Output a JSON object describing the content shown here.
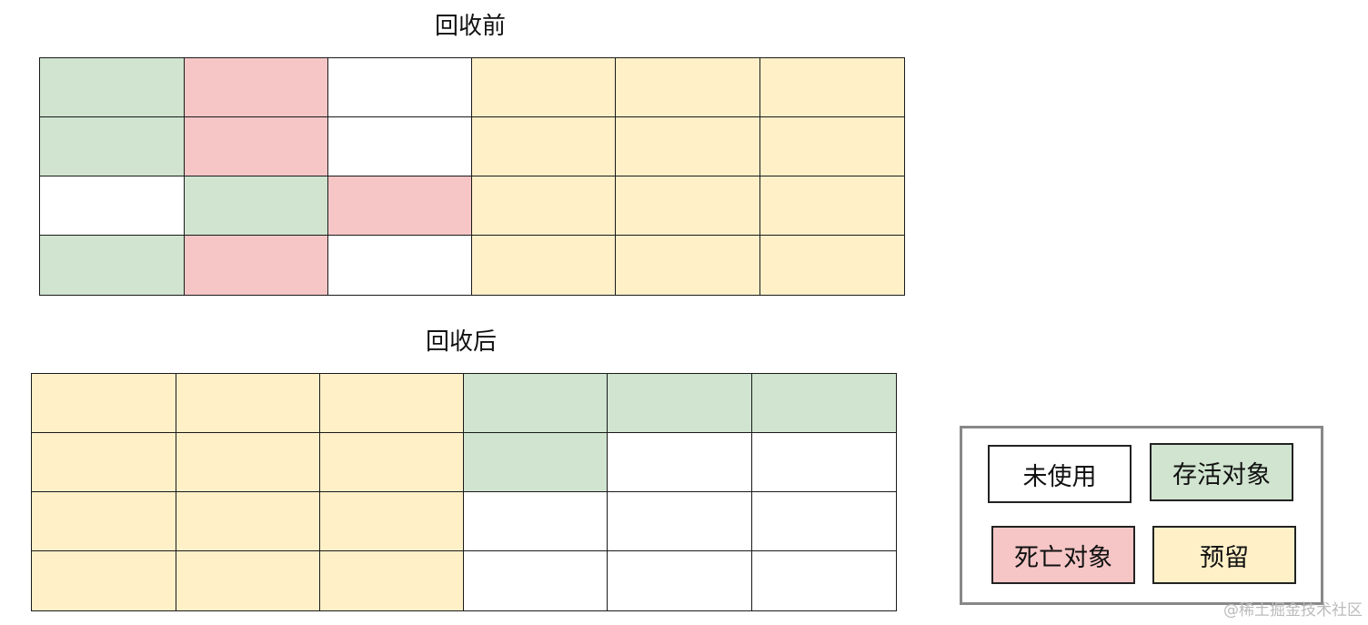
{
  "colors": {
    "unused": "#ffffff",
    "alive": "#d0e4cf",
    "dead": "#f6c6c6",
    "reserved": "#fff0c8"
  },
  "before": {
    "title": "回收前",
    "rows": [
      [
        "alive",
        "dead",
        "unused",
        "reserved",
        "reserved",
        "reserved"
      ],
      [
        "alive",
        "dead",
        "unused",
        "reserved",
        "reserved",
        "reserved"
      ],
      [
        "unused",
        "alive",
        "dead",
        "reserved",
        "reserved",
        "reserved"
      ],
      [
        "alive",
        "dead",
        "unused",
        "reserved",
        "reserved",
        "reserved"
      ]
    ]
  },
  "after": {
    "title": "回收后",
    "rows": [
      [
        "reserved",
        "reserved",
        "reserved",
        "alive",
        "alive",
        "alive"
      ],
      [
        "reserved",
        "reserved",
        "reserved",
        "alive",
        "unused",
        "unused"
      ],
      [
        "reserved",
        "reserved",
        "reserved",
        "unused",
        "unused",
        "unused"
      ],
      [
        "reserved",
        "reserved",
        "reserved",
        "unused",
        "unused",
        "unused"
      ]
    ]
  },
  "legend": {
    "unused": "未使用",
    "alive": "存活对象",
    "dead": "死亡对象",
    "reserved": "预留"
  },
  "watermark": "@稀土掘金技术社区"
}
